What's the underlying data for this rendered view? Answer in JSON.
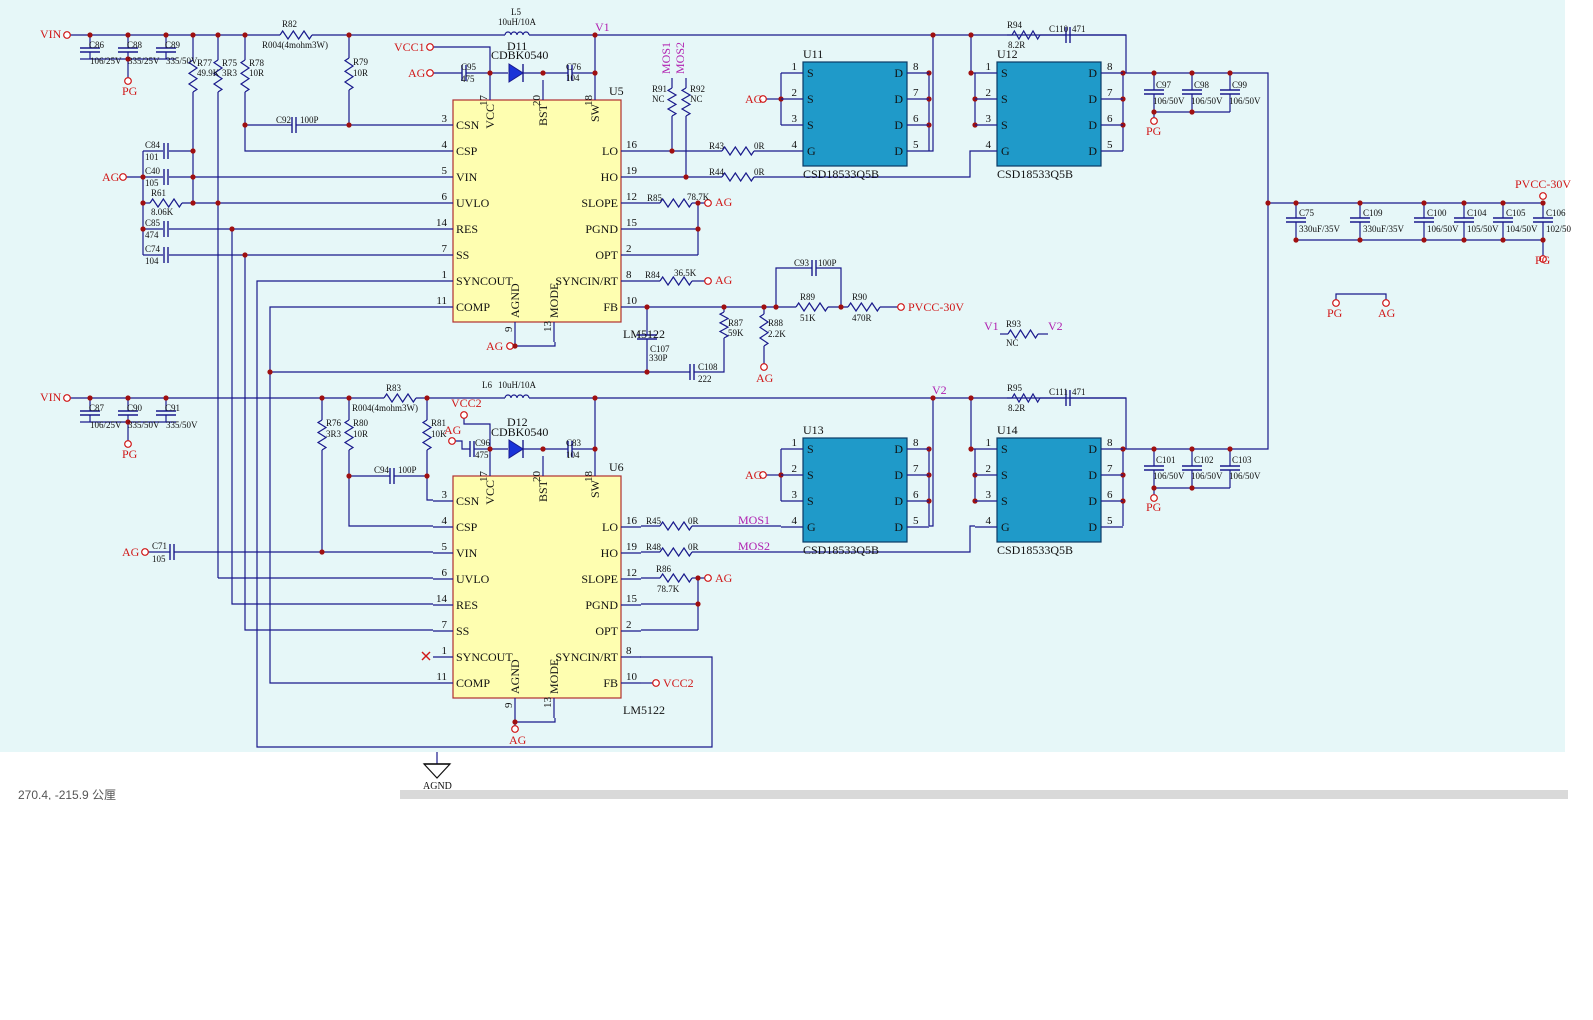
{
  "nets": {
    "vin": "VIN",
    "ag": "AG",
    "pg": "PG",
    "vcc1": "VCC1",
    "vcc2": "VCC2",
    "v1": "V1",
    "v2": "V2",
    "pvcc": "PVCC-30V",
    "mos1": "MOS1",
    "mos2": "MOS2",
    "agnd": "AGND"
  },
  "chips": {
    "u5": "U5",
    "u6": "U6",
    "part": "LM5122"
  },
  "chip_pins_left": [
    [
      "CSN",
      "3"
    ],
    [
      "CSP",
      "4"
    ],
    [
      "VIN",
      "5"
    ],
    [
      "UVLO",
      "6"
    ],
    [
      "RES",
      "14"
    ],
    [
      "SS",
      "7"
    ],
    [
      "SYNCOUT",
      "1"
    ],
    [
      "COMP",
      "11"
    ]
  ],
  "chip_pins_right": [
    [
      "LO",
      "16"
    ],
    [
      "HO",
      "19"
    ],
    [
      "SLOPE",
      "12"
    ],
    [
      "PGND",
      "15"
    ],
    [
      "OPT",
      "2"
    ],
    [
      "SYNCIN/RT",
      "8"
    ],
    [
      "FB",
      "10"
    ]
  ],
  "chip_pins_top": [
    [
      "VCC",
      "17"
    ],
    [
      "BST",
      "20"
    ],
    [
      "SW",
      "18"
    ]
  ],
  "chip_pins_bottom": [
    [
      "AGND",
      "9"
    ],
    [
      "MODE",
      "13"
    ]
  ],
  "fets": {
    "u11": "U11",
    "u12": "U12",
    "u13": "U13",
    "u14": "U14",
    "part": "CSD18533Q5B",
    "pins_left": [
      [
        "S",
        "1"
      ],
      [
        "S",
        "2"
      ],
      [
        "S",
        "3"
      ],
      [
        "G",
        "4"
      ]
    ],
    "pins_right": [
      [
        "D",
        "8"
      ],
      [
        "D",
        "7"
      ],
      [
        "D",
        "6"
      ],
      [
        "D",
        "5"
      ]
    ]
  },
  "inductors": {
    "l5": "L5",
    "l6": "L6",
    "val": "10uH/10A"
  },
  "diodes": {
    "d11": "D11",
    "d12": "D12",
    "part": "CDBK0540"
  },
  "parts": {
    "c86": "C86",
    "c86v": "106/25V",
    "c88": "C88",
    "c88v": "335/25V",
    "c89": "C89",
    "c89v": "335/50V",
    "r77": "R77",
    "r77v": "49.9K",
    "r75": "R75",
    "r75v": "3R3",
    "r78": "R78",
    "r78v": "10R",
    "r82": "R82",
    "r82v": "R004(4mohm3W)",
    "r79": "R79",
    "r79v": "10R",
    "c95": "C95",
    "c95v": "475",
    "c76": "C76",
    "c76v": "104",
    "c92": "C92",
    "c92v": "100P",
    "c84": "C84",
    "c84v": "101",
    "c40": "C40",
    "c40v": "105",
    "r61": "R61",
    "r61v": "8.06K",
    "c85": "C85",
    "c85v": "474",
    "c74": "C74",
    "c74v": "104",
    "r91": "R91",
    "r91v": "NC",
    "r92": "R92",
    "r92v": "NC",
    "r43": "R43",
    "r43v": "0R",
    "r44": "R44",
    "r44v": "0R",
    "r85": "R85",
    "r85v": "78.7K",
    "r84": "R84",
    "r84v": "36.5K",
    "c93": "C93",
    "c93v": "100P",
    "r89": "R89",
    "r89v": "51K",
    "r90": "R90",
    "r90v": "470R",
    "r87": "R87",
    "r87v": "59K",
    "r88": "R88",
    "r88v": "2.2K",
    "c107": "C107",
    "c107v": "330P",
    "c108": "C108",
    "c108v": "222",
    "r93": "R93",
    "r93v": "NC",
    "r94": "R94",
    "r94v": "8.2R",
    "c110": "C110",
    "c110v": "471",
    "c97": "C97",
    "c97v": "106/50V",
    "c98": "C98",
    "c98v": "106/50V",
    "c99": "C99",
    "c99v": "106/50V",
    "c75": "C75",
    "c75v": "330uF/35V",
    "c109": "C109",
    "c109v": "330uF/35V",
    "c100": "C100",
    "c100v": "106/50V",
    "c104": "C104",
    "c104v": "105/50V",
    "c105": "C105",
    "c105v": "104/50V",
    "c106": "C106",
    "c106v": "102/50",
    "c87": "C87",
    "c87v": "106/25V",
    "c90": "C90",
    "c90v": "335/50V",
    "c91": "C91",
    "c91v": "335/50V",
    "r83": "R83",
    "r83v": "R004(4mohm3W)",
    "r76": "R76",
    "r76v": "3R3",
    "r80": "R80",
    "r80v": "10R",
    "r81": "R81",
    "r81v": "10K",
    "c96": "C96",
    "c96v": "475",
    "c83": "C83",
    "c83v": "104",
    "c94": "C94",
    "c94v": "100P",
    "c71": "C71",
    "c71v": "105",
    "r45": "R45",
    "r45v": "0R",
    "r48": "R48",
    "r48v": "0R",
    "r86": "R86",
    "r86v": "78.7K",
    "r95": "R95",
    "r95v": "8.2R",
    "c111": "C111",
    "c111v": "471",
    "c101": "C101",
    "c101v": "106/50V",
    "c102": "C102",
    "c102v": "106/50V",
    "c103": "C103",
    "c103v": "106/50V"
  },
  "status": {
    "coords": "270.4, -215.9 公厘"
  },
  "colors": {
    "wire": "#1a1a8c",
    "net": "#d01818",
    "netv": "#b020b0",
    "chip_fill": "#fefeb0",
    "fet_fill": "#1f9ac9",
    "background": "#e6f7f8"
  }
}
